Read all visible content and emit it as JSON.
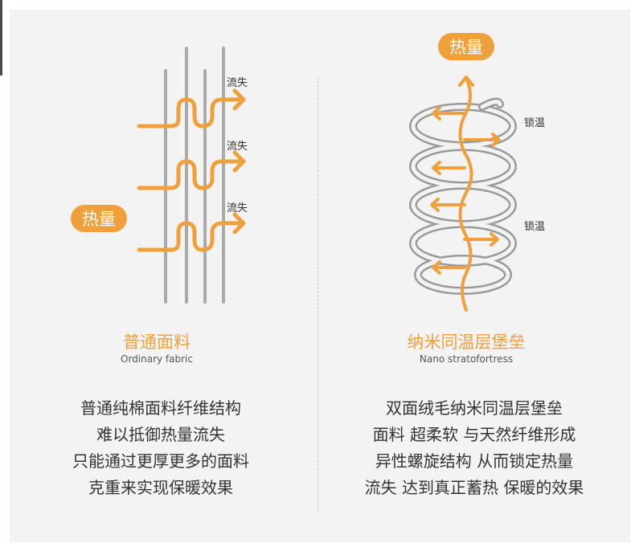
{
  "colors": {
    "accent": "#f0a03a",
    "panel": "#f3f3f3",
    "line": "#aaaaaa",
    "text": "#333333"
  },
  "left": {
    "heat_label": "热量",
    "loss_labels": [
      "流失",
      "流失",
      "流失"
    ],
    "title": "普通面料",
    "subtitle": "Ordinary fabric",
    "desc_lines": [
      "普通纯棉面料纤维结构",
      "难以抵御热量流失",
      "只能通过更厚更多的面料",
      "克重来实现保暖效果"
    ]
  },
  "right": {
    "heat_label": "热量",
    "lock_labels": [
      "锁温",
      "锁温"
    ],
    "title": "纳米同温层堡垒",
    "subtitle": "Nano stratofortress",
    "desc_lines": [
      "双面绒毛纳米同温层堡垒",
      "面料 超柔软 与天然纤维形成",
      "异性螺旋结构 从而锁定热量",
      "流失 达到真正蓄热 保暖的效果"
    ]
  }
}
